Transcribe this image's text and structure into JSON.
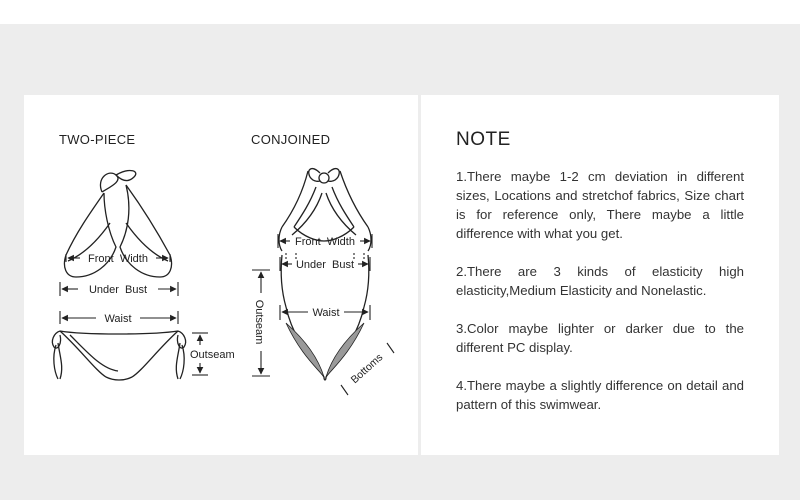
{
  "left_panel": {
    "two_piece_title": "TWO-PIECE",
    "conjoined_title": "CONJOINED",
    "two_piece_labels": {
      "front_width": "Front  Width",
      "under_bust": "Under  Bust",
      "waist": "Waist",
      "outseam": "Outseam"
    },
    "conjoined_labels": {
      "front_width": "Front  Width",
      "under_bust": "Under  Bust",
      "waist": "Waist",
      "outseam": "Outseam",
      "bottoms": "Bottoms"
    }
  },
  "note": {
    "title": "NOTE",
    "items": [
      "1.There maybe 1-2 cm deviation in different sizes, Locations and stretchof fabrics, Size chart is for reference only, There maybe a little difference with what you get.",
      "2.There are 3 kinds of elasticity high elasticity,Medium Elasticity and Nonelastic.",
      "3.Color maybe lighter or darker due to the different PC display.",
      "4.There maybe a slightly difference on detail and pattern of this swimwear."
    ]
  }
}
